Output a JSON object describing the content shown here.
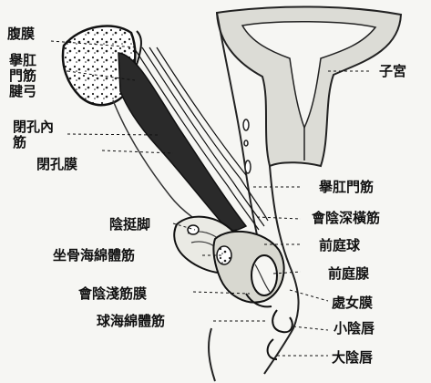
{
  "labels": {
    "peritoneum": "腹膜",
    "levator_ani_tendon_arch": "擧肛\n門筋\n腱弓",
    "obturator_internus": "閉孔內\n筋",
    "obturator_membrane": "閉孔膜",
    "uterus": "子宮",
    "levator_ani": "擧肛門筋",
    "deep_transverse_perineal": "會陰深橫筋",
    "vestibular_bulb": "前庭球",
    "clitoris_crus": "陰挺脚",
    "ischiocavernosus": "坐骨海綿體筋",
    "vestibular_gland": "前庭腺",
    "superficial_perineal_fascia": "會陰淺筋膜",
    "hymen": "處女膜",
    "bulbospongiosus": "球海綿體筋",
    "labia_minora": "小陰唇",
    "labia_majora": "大陰唇"
  }
}
